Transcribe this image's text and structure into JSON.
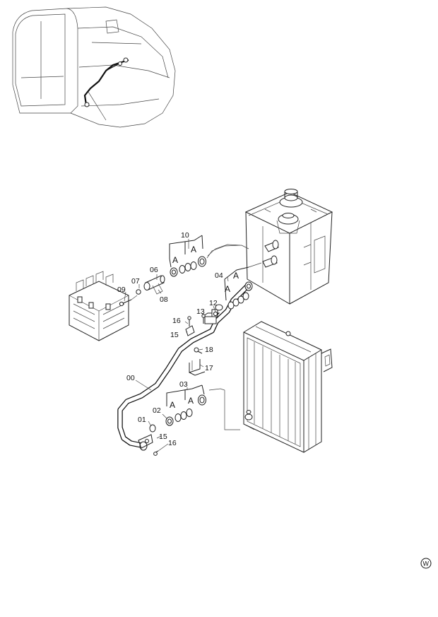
{
  "diagram": {
    "callouts": {
      "c00": "00",
      "c01": "01",
      "c02": "02",
      "c03": "03",
      "c04": "04",
      "c06": "06",
      "c07": "07",
      "c08": "08",
      "c09": "09",
      "c10": "10",
      "c12": "12",
      "c13": "13",
      "c15a": "15",
      "c15b": "15",
      "c16a": "16",
      "c16b": "16",
      "c17": "17",
      "c18": "18"
    },
    "group_marker": "A",
    "watermark": "W"
  }
}
